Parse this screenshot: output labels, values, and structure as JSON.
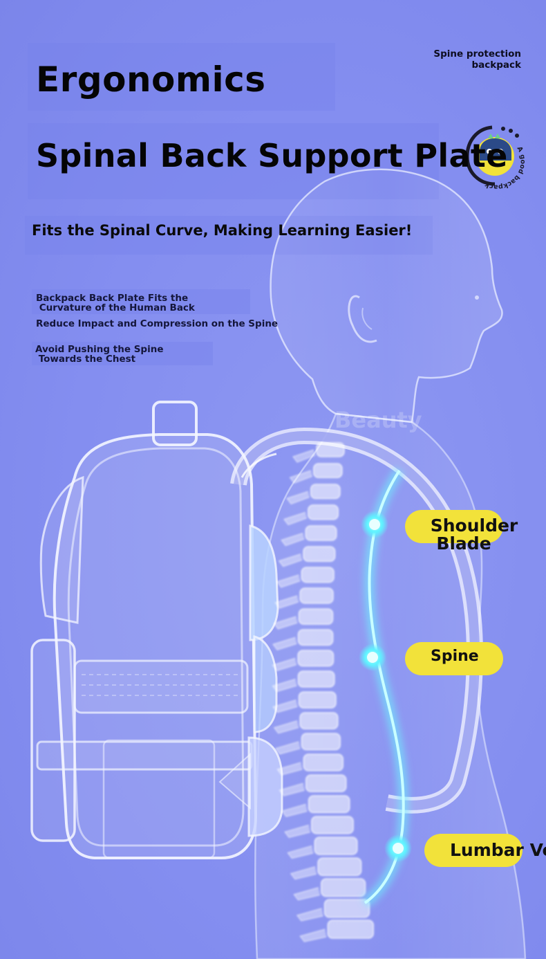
{
  "heading": "Ergonomics",
  "title": "Spinal Back Support Plate",
  "subtitle": "Fits the Spinal Curve, Making Learning Easier!",
  "brand": {
    "line1": "Spine protection",
    "line2": "backpack",
    "badge_text": "A good backpack"
  },
  "features": [
    {
      "line1": "Backpack Back Plate Fits the",
      "line2": " Curvature of the Human Back"
    },
    {
      "line1": "Reduce Impact and Compression on the Spine",
      "line2": ""
    },
    {
      "line1": "Avoid Pushing the Spine",
      "line2": " Towards the Chest"
    }
  ],
  "watermark": "Beauty",
  "labels": {
    "shoulder_line1": "Shoulder",
    "shoulder_line2": "Blade",
    "spine": "Spine",
    "lumbar": "Lumbar Vertebrae"
  },
  "colors": {
    "background": "#8a93ee",
    "pill": "#f2e23a",
    "glow": "#6ff5ff",
    "text": "#050505"
  }
}
